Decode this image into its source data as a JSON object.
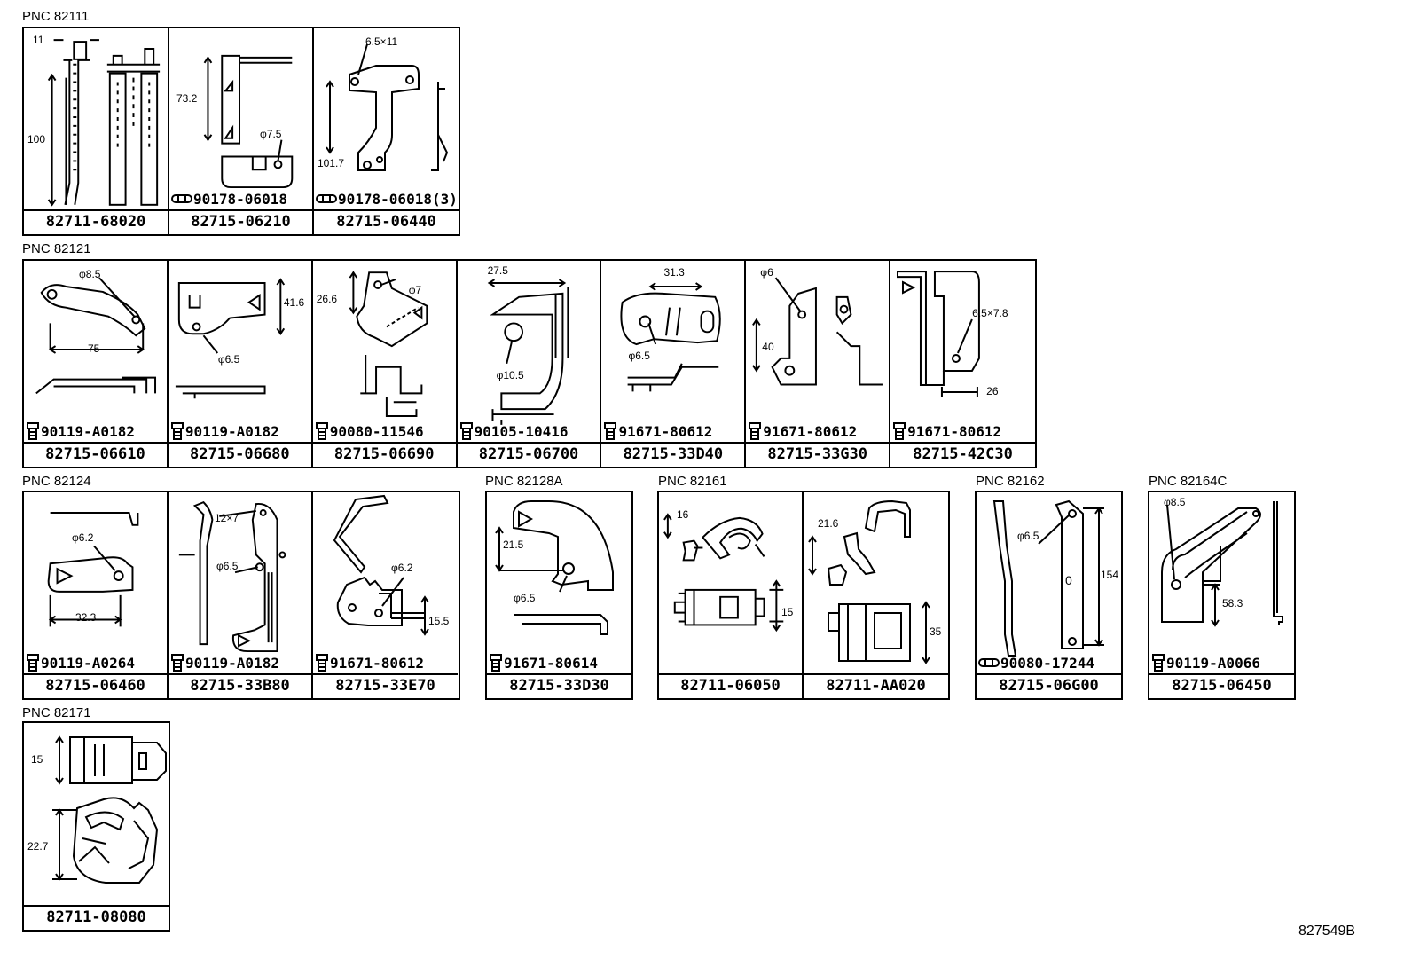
{
  "diagram_ref": "827549B",
  "groups": [
    {
      "pnc": "PNC 82111",
      "cells": [
        {
          "part_number": "82711-68020",
          "fastener": null,
          "dims": [
            "11",
            "100"
          ]
        },
        {
          "part_number": "82715-06210",
          "fastener": {
            "type": "clip",
            "number": "90178-06018"
          },
          "dims": [
            "73.2",
            "φ7.5"
          ]
        },
        {
          "part_number": "82715-06440",
          "fastener": {
            "type": "clip",
            "number": "90178-06018(3)"
          },
          "dims": [
            "6.5×11",
            "101.7"
          ]
        }
      ]
    },
    {
      "pnc": "PNC 82121",
      "cells": [
        {
          "part_number": "82715-06610",
          "fastener": {
            "type": "bolt",
            "number": "90119-A0182"
          },
          "dims": [
            "φ8.5",
            "75"
          ]
        },
        {
          "part_number": "82715-06680",
          "fastener": {
            "type": "bolt",
            "number": "90119-A0182"
          },
          "dims": [
            "41.6",
            "φ6.5"
          ]
        },
        {
          "part_number": "82715-06690",
          "fastener": {
            "type": "bolt",
            "number": "90080-11546"
          },
          "dims": [
            "26.6",
            "φ7"
          ]
        },
        {
          "part_number": "82715-06700",
          "fastener": {
            "type": "bolt",
            "number": "90105-10416"
          },
          "dims": [
            "27.5",
            "φ10.5"
          ]
        },
        {
          "part_number": "82715-33D40",
          "fastener": {
            "type": "bolt",
            "number": "91671-80612"
          },
          "dims": [
            "31.3",
            "φ6.5"
          ]
        },
        {
          "part_number": "82715-33G30",
          "fastener": {
            "type": "bolt",
            "number": "91671-80612"
          },
          "dims": [
            "φ6",
            "40"
          ]
        },
        {
          "part_number": "82715-42C30",
          "fastener": {
            "type": "bolt",
            "number": "91671-80612"
          },
          "dims": [
            "6.5×7.8",
            "26"
          ]
        }
      ]
    },
    {
      "pnc": "PNC 82124",
      "cells": [
        {
          "part_number": "82715-06460",
          "fastener": {
            "type": "bolt",
            "number": "90119-A0264"
          },
          "dims": [
            "φ6.2",
            "32.3"
          ]
        },
        {
          "part_number": "82715-33B80",
          "fastener": {
            "type": "bolt",
            "number": "90119-A0182"
          },
          "dims": [
            "12×7",
            "φ6.5"
          ]
        },
        {
          "part_number": "82715-33E70",
          "fastener": {
            "type": "bolt",
            "number": "91671-80612"
          },
          "dims": [
            "φ6.2",
            "15.5"
          ]
        }
      ]
    },
    {
      "pnc": "PNC 82128A",
      "cells": [
        {
          "part_number": "82715-33D30",
          "fastener": {
            "type": "bolt",
            "number": "91671-80614"
          },
          "dims": [
            "21.5",
            "φ6.5"
          ]
        }
      ]
    },
    {
      "pnc": "PNC 82161",
      "cells": [
        {
          "part_number": "82711-06050",
          "fastener": null,
          "dims": [
            "16",
            "15"
          ]
        },
        {
          "part_number": "82711-AA020",
          "fastener": null,
          "dims": [
            "21.6",
            "35"
          ]
        }
      ]
    },
    {
      "pnc": "PNC 82162",
      "cells": [
        {
          "part_number": "82715-06G00",
          "fastener": {
            "type": "clip",
            "number": "90080-17244"
          },
          "dims": [
            "φ6.5",
            "154"
          ]
        }
      ]
    },
    {
      "pnc": "PNC 82164C",
      "cells": [
        {
          "part_number": "82715-06450",
          "fastener": {
            "type": "bolt",
            "number": "90119-A0066"
          },
          "dims": [
            "φ8.5",
            "58.3"
          ]
        }
      ]
    },
    {
      "pnc": "PNC 82171",
      "cells": [
        {
          "part_number": "82711-08080",
          "fastener": null,
          "dims": [
            "15",
            "22.7"
          ]
        }
      ]
    }
  ]
}
